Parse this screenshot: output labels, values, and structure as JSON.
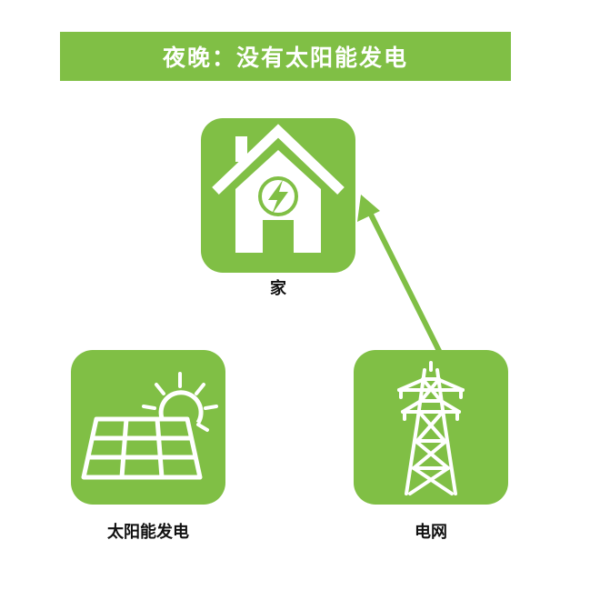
{
  "banner": {
    "title": "夜晚：没有太阳能发电"
  },
  "nodes": {
    "home": {
      "label": "家",
      "icon": "house-lightning-icon"
    },
    "solar": {
      "label": "太阳能发电",
      "icon": "solar-panel-sun-icon"
    },
    "grid": {
      "label": "电网",
      "icon": "transmission-tower-icon"
    }
  },
  "arrows": [
    {
      "from": "电网",
      "to": "家"
    }
  ],
  "colors": {
    "accent": "#80bf45",
    "text": "#111111",
    "icon": "#ffffff"
  }
}
